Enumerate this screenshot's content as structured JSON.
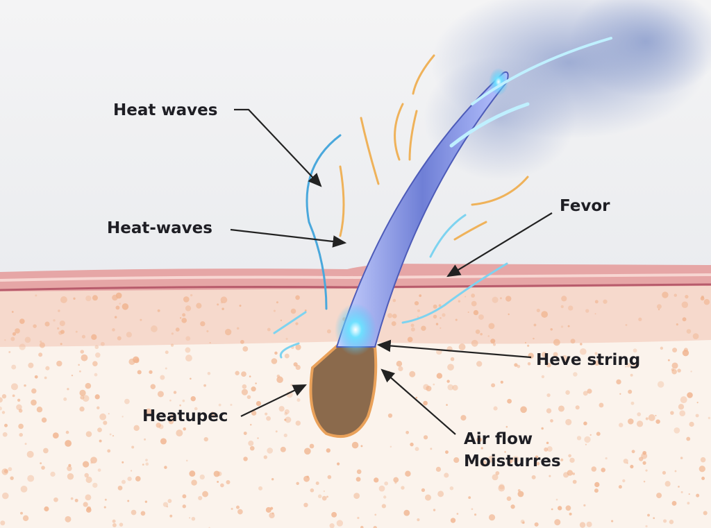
{
  "labels": {
    "heat_waves_top": "Heat waves",
    "heat_waves_mid": "Heat-waves",
    "fevor": "Fevor",
    "heve_string": "Heve string",
    "heatupec": "Heatupec",
    "air_flow": "Air flow",
    "moisturres": "Moisturres"
  },
  "colors": {
    "skin_surface": "#d9949a",
    "dermis": "#f6d9cc",
    "subcutis": "#fbf3ec",
    "dots": "#f0b48f",
    "hair_shaft": "#7a86d8",
    "hair_glow": "#4fc3f7",
    "bulb": "#8b6a4c",
    "bulb_outline": "#e9a15a",
    "heat_arrows": "#efb25a",
    "air_arrows": "#7dd3f0",
    "smoke": "#8a9ccc"
  }
}
